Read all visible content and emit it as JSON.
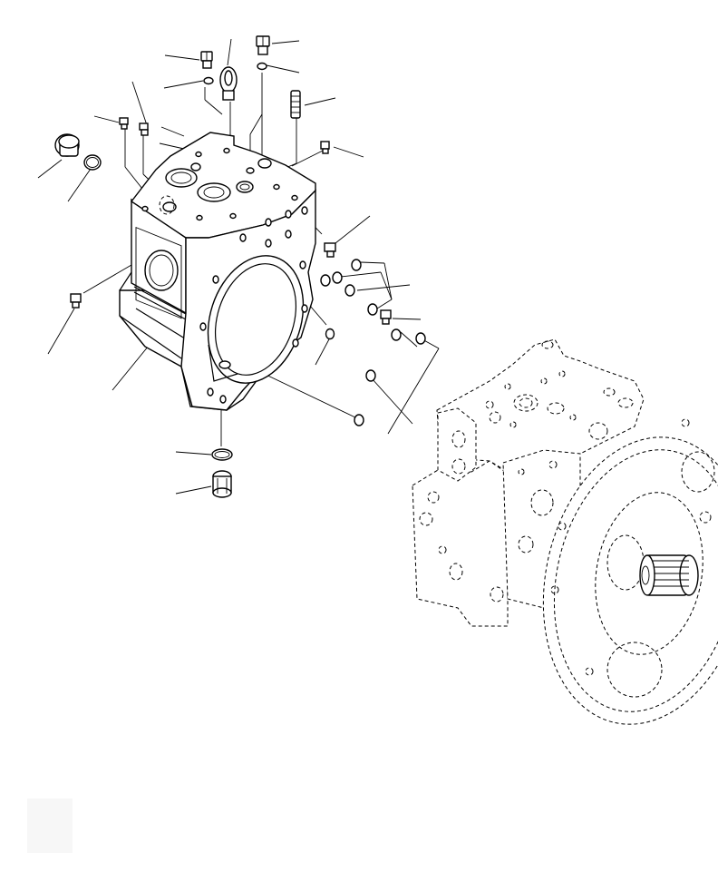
{
  "diagram": {
    "type": "exploded parts diagram",
    "colors": {
      "ink": "#000000",
      "paper": "#ffffff"
    },
    "parts": [
      "plug",
      "o-ring",
      "eye-bolt",
      "bolt",
      "fitting",
      "pump-case",
      "seal-o-ring",
      "drain-plug",
      "hydraulic-pump-assembly"
    ]
  }
}
